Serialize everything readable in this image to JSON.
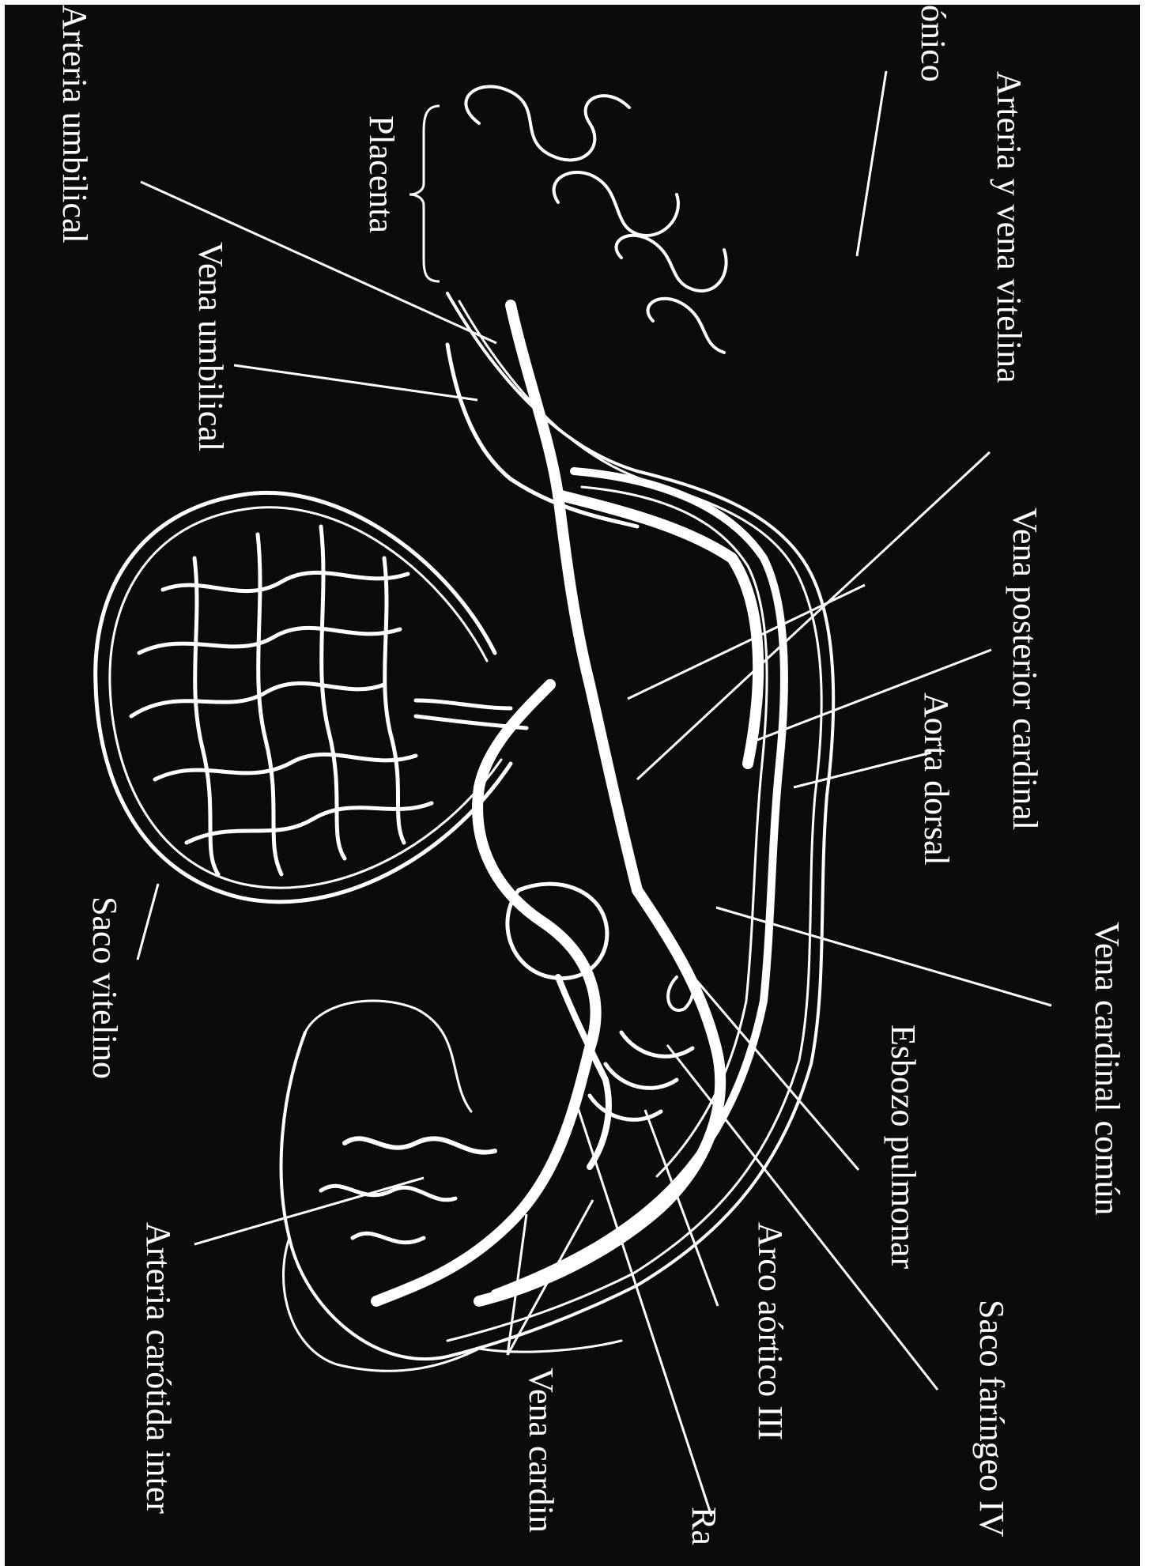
{
  "colors": {
    "background": "#0b0b0b",
    "drawing": "#ffffff"
  },
  "labels": {
    "arteria_umbilical": "Arteria umbilical",
    "vena_umbilical": "Vena umbilical",
    "placenta": "Placenta",
    "corionico": "ónico",
    "arteria_vena_vitelina": "Arteria y vena vitelina",
    "vena_posterior_cardinal": "Vena posterior cardinal",
    "aorta_dorsal": "Aorta dorsal",
    "vena_cardinal_comun": "Vena cardinal común",
    "esbozo_pulmonar": "Esbozo pulmonar",
    "saco_faringeo": "Saco faríngeo IV",
    "arco_aortico": "Arco aórtico III",
    "vena_cardinal": "Vena cardin",
    "ra": "Ra",
    "arteria_carotida": "Arteria carótida inter",
    "saco_vitelino": "Saco vitelino"
  }
}
